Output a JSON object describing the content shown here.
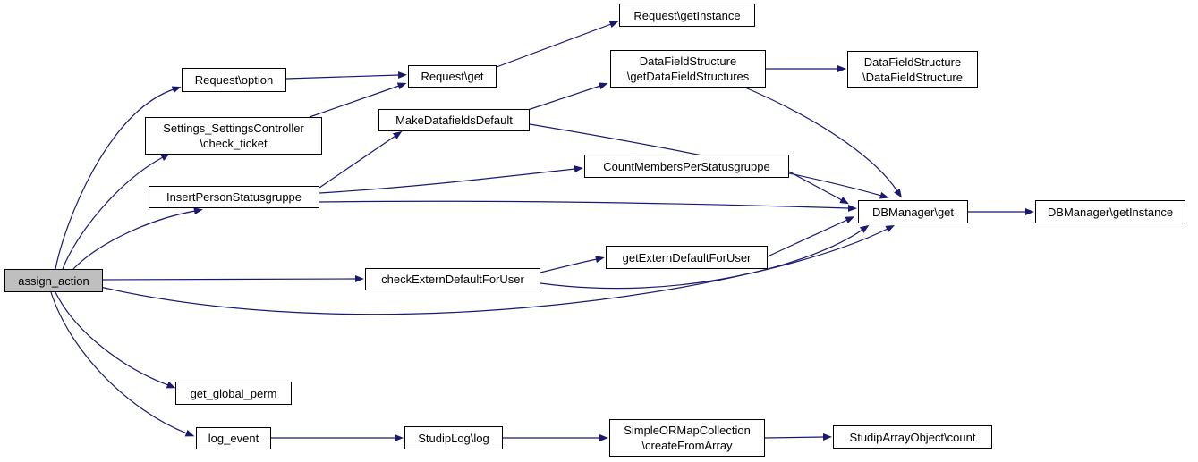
{
  "diagram": {
    "type": "call-graph",
    "colors": {
      "background": "#ffffff",
      "edge": "#191970",
      "node_border": "#000000",
      "node_fill": "#ffffff",
      "highlight_fill": "#bfbfbf",
      "text": "#000000"
    },
    "nodes": [
      {
        "id": "assign_action",
        "label": "assign_action",
        "highlighted": true
      },
      {
        "id": "Request\\option",
        "label": "Request\\option"
      },
      {
        "id": "Settings_SettingsController\\check_ticket",
        "label": "Settings_SettingsController\n\\check_ticket"
      },
      {
        "id": "InsertPersonStatusgruppe",
        "label": "InsertPersonStatusgruppe"
      },
      {
        "id": "Request\\get",
        "label": "Request\\get"
      },
      {
        "id": "Request\\getInstance",
        "label": "Request\\getInstance"
      },
      {
        "id": "MakeDatafieldsDefault",
        "label": "MakeDatafieldsDefault"
      },
      {
        "id": "DataFieldStructure\\getDataFieldStructures",
        "label": "DataFieldStructure\n\\getDataFieldStructures"
      },
      {
        "id": "DataFieldStructure\\DataFieldStructure",
        "label": "DataFieldStructure\n\\DataFieldStructure"
      },
      {
        "id": "CountMembersPerStatusgruppe",
        "label": "CountMembersPerStatusgruppe"
      },
      {
        "id": "DBManager\\get",
        "label": "DBManager\\get"
      },
      {
        "id": "DBManager\\getInstance",
        "label": "DBManager\\getInstance"
      },
      {
        "id": "getExternDefaultForUser",
        "label": "getExternDefaultForUser"
      },
      {
        "id": "checkExternDefaultForUser",
        "label": "checkExternDefaultForUser"
      },
      {
        "id": "get_global_perm",
        "label": "get_global_perm"
      },
      {
        "id": "log_event",
        "label": "log_event"
      },
      {
        "id": "StudipLog\\log",
        "label": "StudipLog\\log"
      },
      {
        "id": "SimpleORMapCollection\\createFromArray",
        "label": "SimpleORMapCollection\n\\createFromArray"
      },
      {
        "id": "StudipArrayObject\\count",
        "label": "StudipArrayObject\\count"
      }
    ],
    "edges": [
      {
        "from": "assign_action",
        "to": "Request\\option"
      },
      {
        "from": "assign_action",
        "to": "Settings_SettingsController\\check_ticket"
      },
      {
        "from": "assign_action",
        "to": "InsertPersonStatusgruppe"
      },
      {
        "from": "assign_action",
        "to": "checkExternDefaultForUser"
      },
      {
        "from": "assign_action",
        "to": "DBManager\\get"
      },
      {
        "from": "assign_action",
        "to": "get_global_perm"
      },
      {
        "from": "assign_action",
        "to": "log_event"
      },
      {
        "from": "Request\\option",
        "to": "Request\\get"
      },
      {
        "from": "Settings_SettingsController\\check_ticket",
        "to": "Request\\get"
      },
      {
        "from": "Request\\get",
        "to": "Request\\getInstance"
      },
      {
        "from": "InsertPersonStatusgruppe",
        "to": "MakeDatafieldsDefault"
      },
      {
        "from": "InsertPersonStatusgruppe",
        "to": "CountMembersPerStatusgruppe"
      },
      {
        "from": "InsertPersonStatusgruppe",
        "to": "DBManager\\get"
      },
      {
        "from": "MakeDatafieldsDefault",
        "to": "DataFieldStructure\\getDataFieldStructures"
      },
      {
        "from": "MakeDatafieldsDefault",
        "to": "DBManager\\get"
      },
      {
        "from": "DataFieldStructure\\getDataFieldStructures",
        "to": "DataFieldStructure\\DataFieldStructure"
      },
      {
        "from": "DataFieldStructure\\getDataFieldStructures",
        "to": "DBManager\\get"
      },
      {
        "from": "CountMembersPerStatusgruppe",
        "to": "DBManager\\get"
      },
      {
        "from": "checkExternDefaultForUser",
        "to": "getExternDefaultForUser"
      },
      {
        "from": "checkExternDefaultForUser",
        "to": "DBManager\\get"
      },
      {
        "from": "getExternDefaultForUser",
        "to": "DBManager\\get"
      },
      {
        "from": "DBManager\\get",
        "to": "DBManager\\getInstance"
      },
      {
        "from": "log_event",
        "to": "StudipLog\\log"
      },
      {
        "from": "StudipLog\\log",
        "to": "SimpleORMapCollection\\createFromArray"
      },
      {
        "from": "SimpleORMapCollection\\createFromArray",
        "to": "StudipArrayObject\\count"
      }
    ]
  }
}
